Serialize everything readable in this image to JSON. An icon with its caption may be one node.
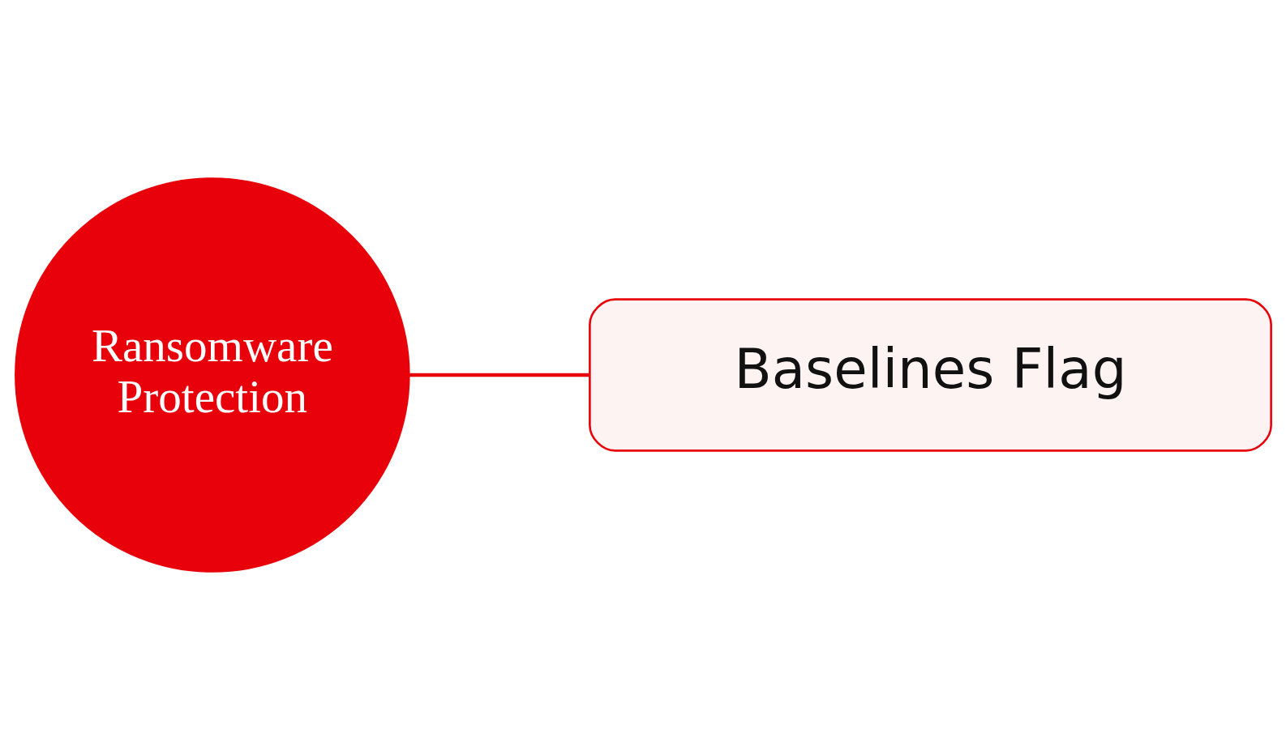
{
  "diagram": {
    "nodes": [
      {
        "text": [
          "Ransomware Protection"
        ]
      },
      {
        "text": [
          "Baselines Flag"
        ]
      }
    ],
    "edges": [
      {
        "from": 0,
        "to": 1,
        "arrow": "none"
      }
    ]
  }
}
